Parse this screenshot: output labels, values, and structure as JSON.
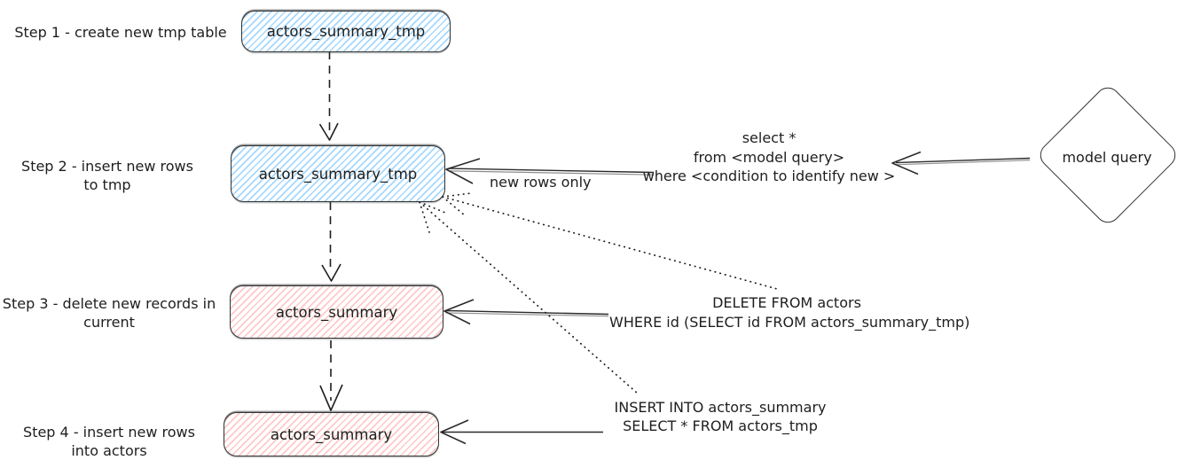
{
  "colors": {
    "stroke": "#1e1e1e",
    "blue_fill": "#a5d8ff",
    "red_fill": "#ffc9c9",
    "background": "#ffffff"
  },
  "steps": [
    {
      "label": "Step 1 - create new tmp table",
      "box_label": "actors_summary_tmp",
      "box_style": "blue-hatched"
    },
    {
      "label": "Step 2 - insert new rows\nto tmp",
      "box_label": "actors_summary_tmp",
      "box_style": "blue-hatched"
    },
    {
      "label": "Step 3 - delete new records in\ncurrent",
      "box_label": "actors_summary",
      "box_style": "red-hatched"
    },
    {
      "label": "Step 4 - insert new rows\ninto actors",
      "box_label": "actors_summary",
      "box_style": "red-hatched"
    }
  ],
  "annotations": {
    "new_rows_only": "new rows only",
    "model_query_sql": "select *\nfrom <model query>\nwhere <condition to identify new >",
    "delete_sql": "DELETE FROM actors\nWHERE id (SELECT id FROM actors_summary_tmp)",
    "insert_sql": "INSERT INTO actors_summary\nSELECT * FROM actors_tmp"
  },
  "shapes": {
    "model_query_label": "model query"
  }
}
